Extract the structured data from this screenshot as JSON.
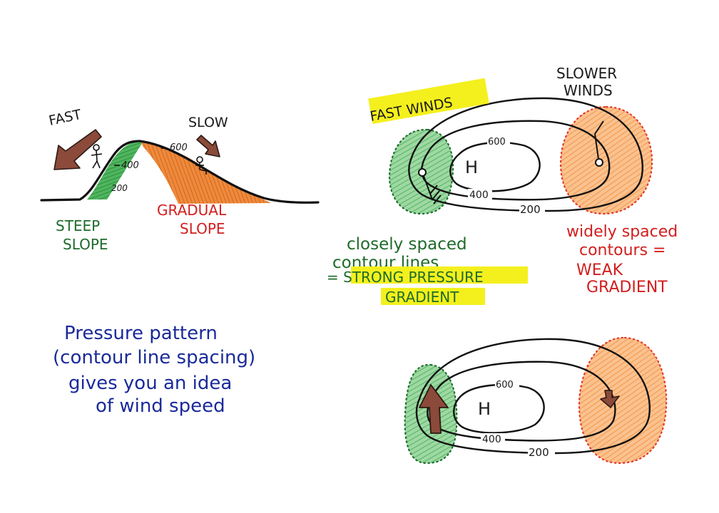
{
  "colors": {
    "steep_green": "#3fae4f",
    "steep_green_light": "#9fd8a3",
    "gradual_orange": "#f08a3a",
    "gradual_orange_light": "#fbc28f",
    "dotted_green": "#1f6e2e",
    "dotted_red": "#e53a2a",
    "highlight": "#f4f01e",
    "arrow_brown": "#8b4a3a",
    "ink_green": "#1e6b2a",
    "ink_red": "#d21e1e",
    "ink_blue": "#1a2a9a"
  },
  "hill": {
    "fast_label": "FAST",
    "slow_label": "SLOW",
    "contour_600": "600",
    "contour_400": "400",
    "contour_200": "200",
    "steep_label_line1": "STEEP",
    "steep_label_line2": "SLOPE",
    "gradual_label_line1": "GRADUAL",
    "gradual_label_line2": "SLOPE"
  },
  "map_top": {
    "fast_winds": "FAST WINDS",
    "slower_winds_line1": "SLOWER",
    "slower_winds_line2": "WINDS",
    "high_label": "H",
    "contour_600": "600",
    "contour_400": "400",
    "contour_200": "200"
  },
  "notes": {
    "green_line1": "closely spaced",
    "green_line2": "contour lines",
    "green_line3": "= STRONG PRESSURE",
    "green_line4": "GRADIENT",
    "red_line1": "widely spaced",
    "red_line2": "contours =",
    "red_line3": "WEAK",
    "red_line4": "GRADIENT",
    "blue_line1": "Pressure pattern",
    "blue_line2": "(contour line spacing)",
    "blue_line3": "gives you an idea",
    "blue_line4": "of wind speed"
  },
  "map_bottom": {
    "high_label": "H",
    "contour_600": "600",
    "contour_400": "400",
    "contour_200": "200"
  }
}
